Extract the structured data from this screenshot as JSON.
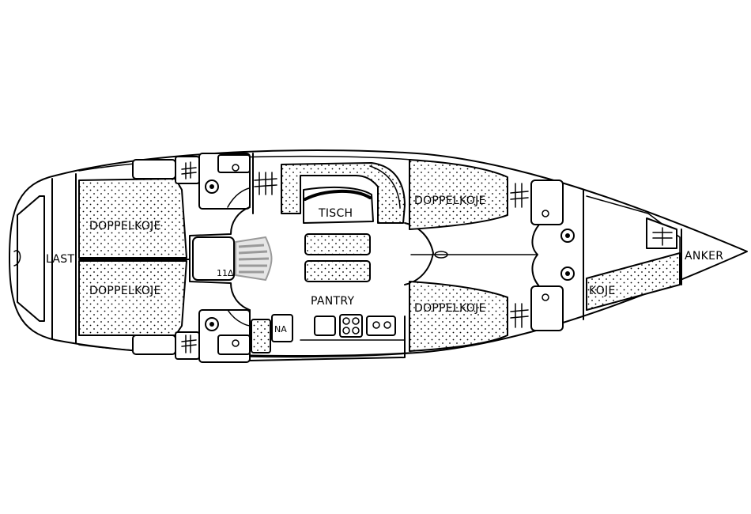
{
  "labels": {
    "last": "LAST",
    "doppelkoje_aft_top": "DOPPELKOJE",
    "doppelkoje_aft_bottom": "DOPPELKOJE",
    "tisch": "TISCH",
    "pantry": "PANTRY",
    "doppelkoje_mid_top": "DOPPELKOJE",
    "doppelkoje_mid_bottom": "DOPPELKOJE",
    "koje": "KOJE",
    "anker": "ANKER",
    "na": "NA"
  },
  "colors": {
    "line": "#000000",
    "background": "#ffffff",
    "stairs": "#9a9a9a"
  }
}
